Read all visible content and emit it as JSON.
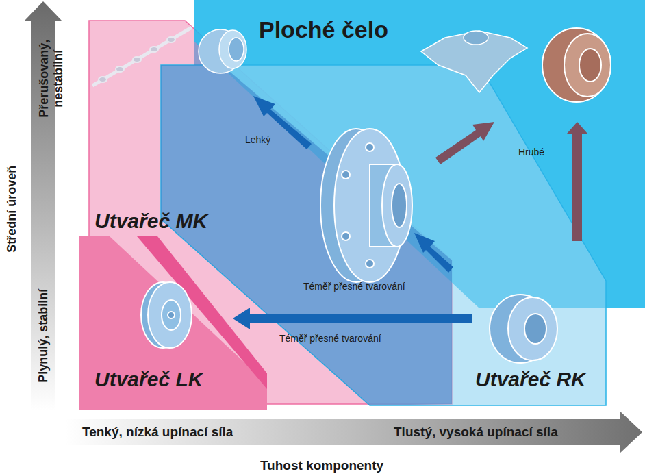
{
  "diagram": {
    "nodes": [
      {
        "text": [
          "Ploché čelo"
        ]
      },
      {
        "text": [
          "Utvařeč MK"
        ]
      },
      {
        "text": [
          "Utvařeč LK"
        ]
      },
      {
        "text": [
          "Utvařeč RK"
        ]
      }
    ],
    "labels": [
      "Lehký",
      "Hrubé",
      "Téměř přesné tvarování",
      "Téměř přesné tvarování",
      "Přerušovaný, nestabilní",
      "Plynulý, stabilní",
      "Střední úroveň",
      "Tenký, nízká upínací síla",
      "Tlustý, vysoká upínací síla",
      "Tuhost komponenty"
    ]
  }
}
